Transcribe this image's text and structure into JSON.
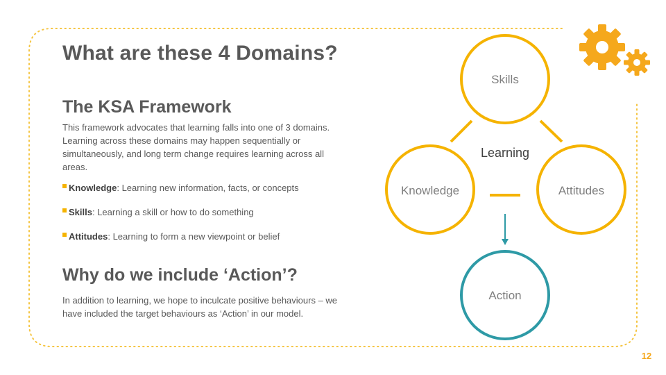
{
  "slide": {
    "title": "What are these 4 Domains?",
    "page_number": "12"
  },
  "ksa": {
    "heading": "The KSA Framework",
    "description": "This framework advocates that learning falls into one of 3 domains. Learning across these domains may happen sequentially or simultaneously, and long term change requires learning across all areas.",
    "bullets": [
      {
        "term": "Knowledge",
        "text": ": Learning new information, facts, or concepts"
      },
      {
        "term": "Skills",
        "text": ": Learning a skill or how to do something"
      },
      {
        "term": "Attitudes",
        "text": ": Learning to form a new viewpoint or belief"
      }
    ]
  },
  "action_section": {
    "heading": "Why do we include ‘Action’?",
    "description": "In addition to learning, we hope to inculcate positive behaviours – we have included the target behaviours as ‘Action’ in our model."
  },
  "diagram": {
    "center_label": "Learning",
    "nodes": {
      "skills": "Skills",
      "knowledge": "Knowledge",
      "attitudes": "Attitudes",
      "action": "Action"
    },
    "colors": {
      "domain_circle": "#f5b300",
      "action_circle": "#2e9aa6",
      "arrow": "#2e9aa6",
      "gears": "#f5a81c",
      "border_dots": "#f5c542"
    },
    "icons": [
      "gears-icon"
    ]
  }
}
